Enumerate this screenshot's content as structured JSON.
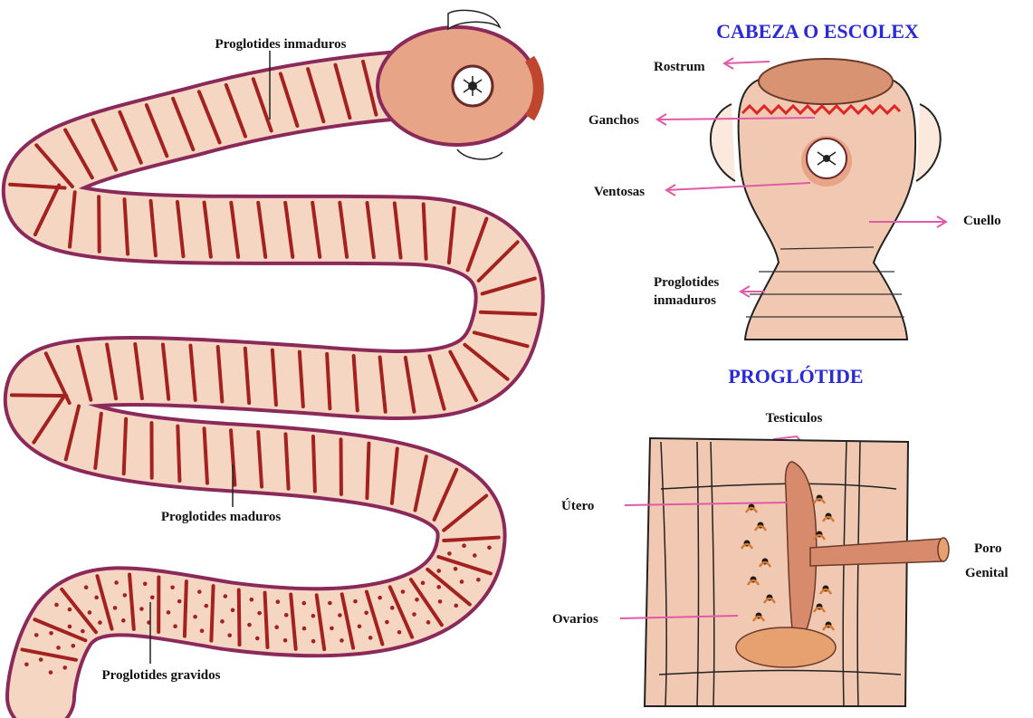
{
  "worm": {
    "labels": {
      "inmaduros": "Proglotides inmaduros",
      "maduros": "Proglotides maduros",
      "gravidos": "Proglotides gravidos"
    }
  },
  "escolex": {
    "title": "CABEZA O ESCOLEX",
    "labels": {
      "rostrum": "Rostrum",
      "ganchos": "Ganchos",
      "ventosas": "Ventosas",
      "cuello": "Cuello",
      "proglotides_line1": "Proglotides",
      "proglotides_line2": "inmaduros"
    }
  },
  "proglotide": {
    "title": "PROGLÓTIDE",
    "labels": {
      "testiculos": "Testiculos",
      "utero": "Útero",
      "ovarios": "Ovarios",
      "poro_line1": "Poro",
      "poro_line2": "Genital"
    }
  },
  "colors": {
    "body_fill": "#f5d6c3",
    "outline_purple": "#8b2a5a",
    "segment_red": "#a3221f",
    "pointer_pink": "#e05aa8",
    "title_blue": "#2a2ad6"
  }
}
